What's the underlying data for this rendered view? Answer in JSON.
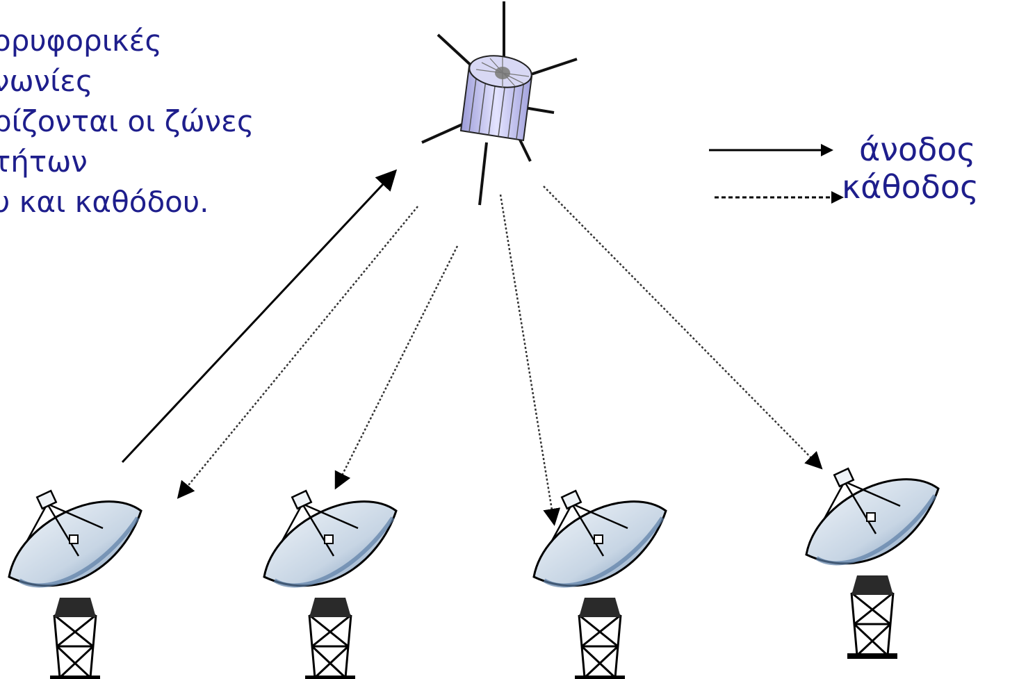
{
  "intro_text": {
    "lines": [
      "ορυφορικές",
      "νωνίες",
      "ρίζονται οι ζώνες",
      "τήτων",
      "υ και καθόδου."
    ]
  },
  "legend": {
    "uplink_label": "άνοδος",
    "downlink_label": "κάθοδος"
  },
  "colors": {
    "text": "#1e1e8c",
    "satellite_body": "#c8c8f0",
    "dish": "#d8e2ec",
    "dish_shadow": "#6f8fb3",
    "line": "#000000"
  },
  "icons": {
    "satellite": "satellite-icon",
    "dish": "satellite-dish-icon"
  },
  "links": [
    {
      "type": "uplink",
      "direction": "to-satellite"
    },
    {
      "type": "downlink",
      "direction": "to-station"
    },
    {
      "type": "downlink",
      "direction": "to-station"
    },
    {
      "type": "downlink",
      "direction": "to-station"
    },
    {
      "type": "downlink",
      "direction": "to-station"
    }
  ]
}
